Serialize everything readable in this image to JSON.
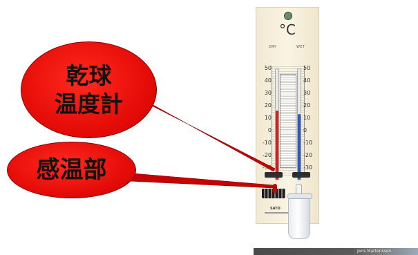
{
  "callouts": {
    "dry_bulb_thermometer": {
      "line1": "乾球",
      "line2": "温度計"
    },
    "sensing_part": {
      "text": "感温部"
    }
  },
  "thermometer": {
    "unit": "°C",
    "dry_label": "DRY",
    "wet_label": "WET",
    "scale_left": [
      "50",
      "40",
      "30",
      "20",
      "10",
      "0",
      "-10",
      "-20",
      "-30"
    ],
    "scale_right": [
      "50",
      "40",
      "30",
      "20",
      "10",
      "0",
      "-10",
      "-20",
      "-30"
    ],
    "brand": "SATO",
    "dry_color": "#d52020",
    "wet_color": "#2a58c8"
  },
  "footer": {
    "credit": "Jens Martensson"
  },
  "colors": {
    "callout_red": "#e60d08",
    "panel": "#f7efdc"
  }
}
